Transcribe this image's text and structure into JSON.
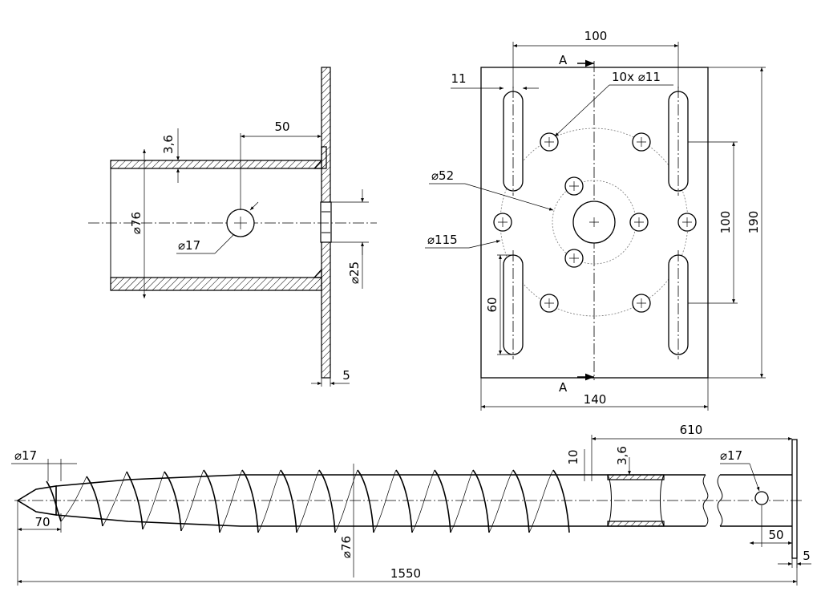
{
  "dimensions": {
    "side_wall": "3,6",
    "side_hole_offset": "50",
    "side_tube_dia": "76",
    "side_hole_dia": "17",
    "side_bore_dia": "25",
    "side_plate_thk": "5",
    "top_hole_spacing": "100",
    "slot_width": "11",
    "hole_count_dia": "10x",
    "hole_dia_value": "11",
    "center_hole_dia": "52",
    "bolt_circle_dia": "115",
    "vertical_spacing": "100",
    "plate_height": "190",
    "slot_length": "60",
    "plate_width": "140",
    "section_label": "A",
    "pile_top_length": "610",
    "pile_hole_dia": "17",
    "pile_thread_pitch": "10",
    "pile_wall": "3,6",
    "pile_tip_dia": "17",
    "pile_tip_length": "70",
    "pile_tube_dia": "76",
    "pile_hole_offset": "50",
    "pile_plate_thk": "5",
    "pile_total_length": "1550"
  }
}
